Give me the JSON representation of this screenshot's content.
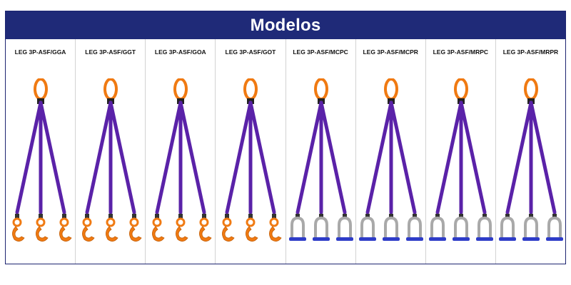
{
  "header": {
    "title": "Modelos"
  },
  "colors": {
    "header_bg": "#1f2a78",
    "sling_purple": "#5a22a8",
    "fitting_orange": "#f07a12",
    "shackle_gray": "#a9a9a9",
    "shackle_pin_blue": "#2e3cc8"
  },
  "models": [
    {
      "label": "LEG 3P-ASF/GGA",
      "fitting": "orange-hook-icon"
    },
    {
      "label": "LEG 3P-ASF/GGT",
      "fitting": "orange-hook-icon"
    },
    {
      "label": "LEG 3P-ASF/GOA",
      "fitting": "orange-hook-icon"
    },
    {
      "label": "LEG 3P-ASF/GOT",
      "fitting": "orange-hook-icon"
    },
    {
      "label": "LEG 3P-ASF/MCPC",
      "fitting": "shackle-icon"
    },
    {
      "label": "LEG 3P-ASF/MCPR",
      "fitting": "shackle-icon"
    },
    {
      "label": "LEG 3P-ASF/MRPC",
      "fitting": "shackle-icon"
    },
    {
      "label": "LEG 3P-ASF/MRPR",
      "fitting": "shackle-icon"
    }
  ]
}
